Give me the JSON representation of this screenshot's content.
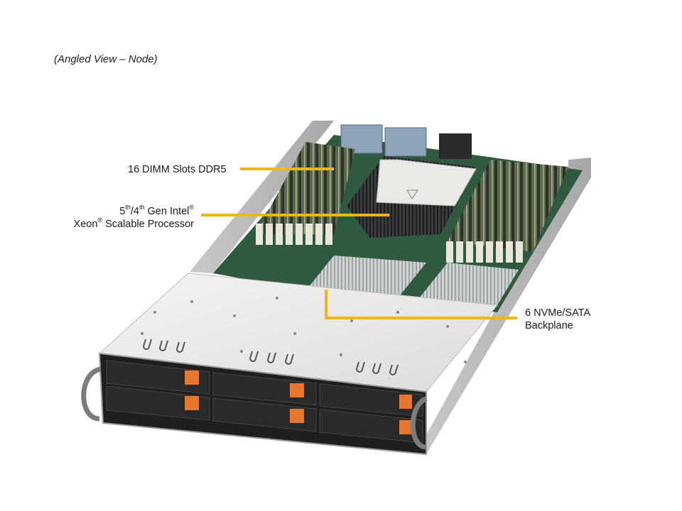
{
  "caption": "(Angled View – Node)",
  "callouts": {
    "dimm": {
      "text": "16 DIMM Slots DDR5"
    },
    "processor": {
      "line1_a": "5",
      "line1_sup_a": "th",
      "line1_b": "/4",
      "line1_sup_b": "th",
      "line1_c": " Gen Intel",
      "line1_sup_c": "®",
      "line2_a": "Xeon",
      "line2_sup": "®",
      "line2_b": " Scalable Processor"
    },
    "backplane": {
      "line1": "6 NVMe/SATA",
      "line2": "Backplane"
    }
  },
  "colors": {
    "callout_line": "#F2B611",
    "drive_latch": "#E8772E",
    "chassis": "#D9DADB",
    "motherboard": "#3E6B4E"
  },
  "drive_bays": {
    "count": 6,
    "columns": 3,
    "rows": 2
  }
}
